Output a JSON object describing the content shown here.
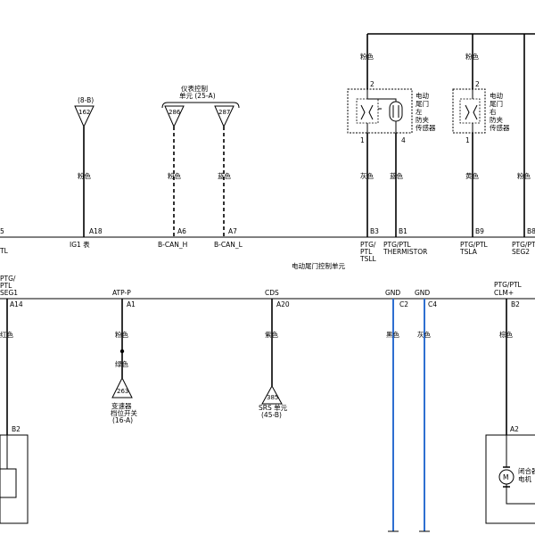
{
  "top_connectors": {
    "c162": {
      "ref": "(8-B)",
      "num": "162"
    },
    "c286": {
      "num": "286"
    },
    "c287": {
      "num": "287"
    },
    "cluster_label": [
      "仪表控制",
      "单元 (25-A)"
    ]
  },
  "sensors": {
    "left_label": [
      "电动",
      "尾门",
      "左",
      "防夹",
      "传感器"
    ],
    "right_label": [
      "电动",
      "尾门",
      "右",
      "防夹",
      "传感器"
    ],
    "left_pins": {
      "top": "2",
      "bottom_left": "1",
      "bottom_right": "4"
    },
    "right_pins": {
      "top": "2",
      "bottom": "1"
    }
  },
  "upper_wires": {
    "w_a18": "粉色",
    "w_a6": "粉色",
    "w_a7": "蓝色",
    "w_b3": "灰色",
    "w_b1": "蓝色",
    "w_b9": "黄色",
    "w_b8": "粉色",
    "top_left": "粉色",
    "top_right": "粉色"
  },
  "upper_pins": {
    "p5": "5",
    "a18": "A18",
    "a6": "A6",
    "a7": "A7",
    "b3": "B3",
    "b1": "B1",
    "b9": "B9",
    "b8": "B8"
  },
  "upper_signals": {
    "s_tl": "TL",
    "s_ig1": "IG1 表",
    "s_bcanh": "B-CAN_H",
    "s_bcanl": "B-CAN_L",
    "s_tsll": [
      "PTG/",
      "PTL",
      "TSLL"
    ],
    "s_therm": [
      "PTG/PTL",
      "THERMISTOR"
    ],
    "s_tsla": [
      "PTG/PTL",
      "TSLA"
    ],
    "s_seg2": [
      "PTG/PT",
      "SEG2"
    ]
  },
  "module_label": "电动尾门控制单元",
  "lower_signals": {
    "s_seg1": [
      "PTG/",
      "PTL",
      "SEG1"
    ],
    "s_atp": "ATP-P",
    "s_cds": "CDS",
    "s_gnd1": "GND",
    "s_gnd2": "GND",
    "s_clm": [
      "PTG/PTL",
      "CLM+"
    ]
  },
  "lower_pins": {
    "a14": "A14",
    "a1": "A1",
    "a20": "A20",
    "c2": "C2",
    "c4": "C4",
    "b2": "B2"
  },
  "lower_wires": {
    "w_a14": "红色",
    "w_a1": "粉色",
    "w_a1b": "绿色",
    "w_a20": "紫色",
    "w_c2": "黑色",
    "w_c4": "灰色",
    "w_b2": "棕色"
  },
  "bottom_connectors": {
    "c263": {
      "num": "263",
      "label": [
        "变速器",
        "档位开关",
        "(16-A)"
      ]
    },
    "c385": {
      "num": "385",
      "label": [
        "SRS 单元",
        "(45-B)"
      ]
    }
  },
  "bottom_components": {
    "left_pin": "B2",
    "motor_pin": "A2",
    "motor_symbol": "M",
    "motor_label": [
      "闭合器",
      "电机"
    ]
  }
}
